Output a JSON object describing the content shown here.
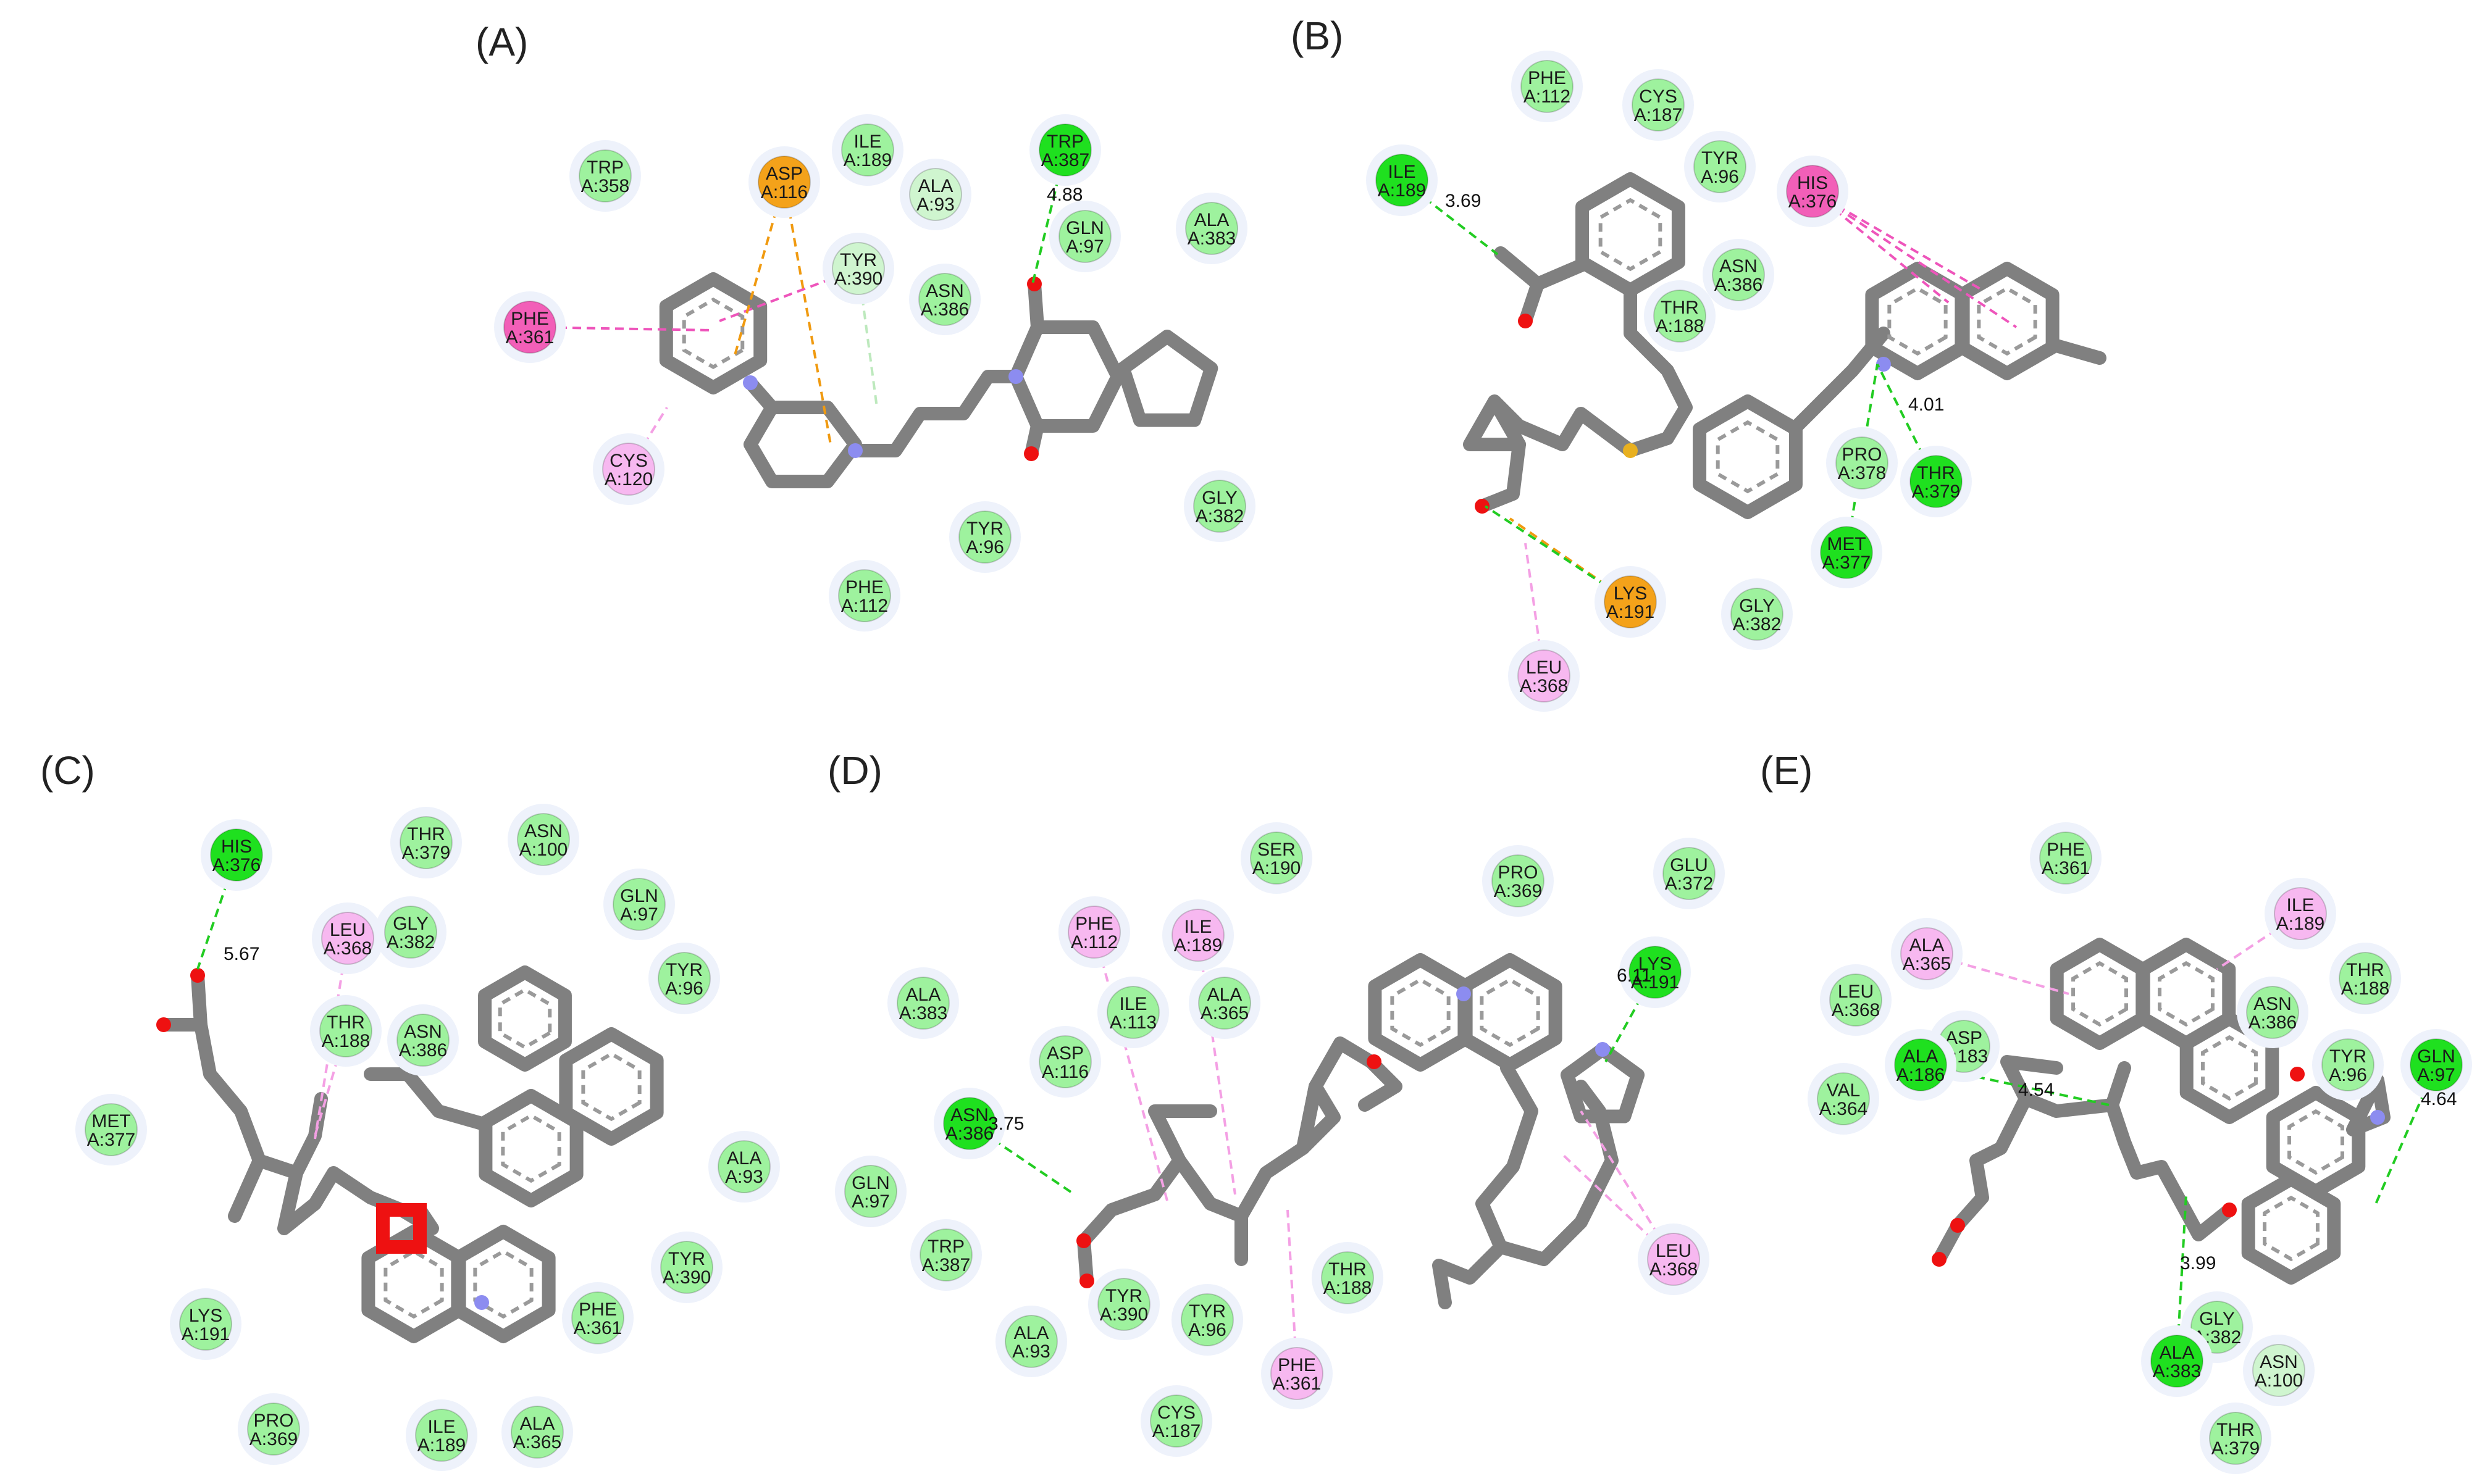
{
  "colors": {
    "vdw": "#9ef29e",
    "hbond": "#1fe01f",
    "pi_alkyl": "#f7b8f0",
    "pi_pi": "#f25fb8",
    "charge": "#f4a21a",
    "carbon_hbond": "#cff5cf",
    "oxygen": "#ee1111",
    "nitrogen": "#8c8cf0",
    "sulfur": "#e8b020"
  },
  "panels": [
    {
      "id": "A",
      "label": "(A)",
      "residues": [
        {
          "name": "TRP",
          "num": "A:358",
          "type": "vdw"
        },
        {
          "name": "ASP",
          "num": "A:116",
          "type": "charge"
        },
        {
          "name": "ILE",
          "num": "A:189",
          "type": "vdw"
        },
        {
          "name": "ALA",
          "num": "A:93",
          "type": "carbon_hbond"
        },
        {
          "name": "TRP",
          "num": "A:387",
          "type": "hbond"
        },
        {
          "name": "GLN",
          "num": "A:97",
          "type": "vdw"
        },
        {
          "name": "ALA",
          "num": "A:383",
          "type": "vdw"
        },
        {
          "name": "TYR",
          "num": "A:390",
          "type": "carbon_hbond"
        },
        {
          "name": "ASN",
          "num": "A:386",
          "type": "vdw"
        },
        {
          "name": "PHE",
          "num": "A:361",
          "type": "pi_pi"
        },
        {
          "name": "CYS",
          "num": "A:120",
          "type": "pi_alkyl"
        },
        {
          "name": "GLY",
          "num": "A:382",
          "type": "vdw"
        },
        {
          "name": "TYR",
          "num": "A:96",
          "type": "vdw"
        },
        {
          "name": "PHE",
          "num": "A:112",
          "type": "vdw"
        }
      ],
      "distances": [
        "4.88"
      ]
    },
    {
      "id": "B",
      "label": "(B)",
      "residues": [
        {
          "name": "PHE",
          "num": "A:112",
          "type": "vdw"
        },
        {
          "name": "CYS",
          "num": "A:187",
          "type": "vdw"
        },
        {
          "name": "ILE",
          "num": "A:189",
          "type": "hbond"
        },
        {
          "name": "TYR",
          "num": "A:96",
          "type": "vdw"
        },
        {
          "name": "HIS",
          "num": "A:376",
          "type": "pi_pi"
        },
        {
          "name": "ASN",
          "num": "A:386",
          "type": "vdw"
        },
        {
          "name": "THR",
          "num": "A:188",
          "type": "vdw"
        },
        {
          "name": "PRO",
          "num": "A:378",
          "type": "vdw"
        },
        {
          "name": "THR",
          "num": "A:379",
          "type": "hbond"
        },
        {
          "name": "MET",
          "num": "A:377",
          "type": "hbond"
        },
        {
          "name": "LYS",
          "num": "A:191",
          "type": "charge"
        },
        {
          "name": "GLY",
          "num": "A:382",
          "type": "vdw"
        },
        {
          "name": "LEU",
          "num": "A:368",
          "type": "pi_alkyl"
        }
      ],
      "distances": [
        "3.69",
        "4.01"
      ]
    },
    {
      "id": "C",
      "label": "(C)",
      "residues": [
        {
          "name": "HIS",
          "num": "A:376",
          "type": "hbond"
        },
        {
          "name": "THR",
          "num": "A:379",
          "type": "vdw"
        },
        {
          "name": "ASN",
          "num": "A:100",
          "type": "vdw"
        },
        {
          "name": "GLN",
          "num": "A:97",
          "type": "vdw"
        },
        {
          "name": "LEU",
          "num": "A:368",
          "type": "pi_alkyl"
        },
        {
          "name": "GLY",
          "num": "A:382",
          "type": "vdw"
        },
        {
          "name": "THR",
          "num": "A:188",
          "type": "vdw"
        },
        {
          "name": "ASN",
          "num": "A:386",
          "type": "vdw"
        },
        {
          "name": "TYR",
          "num": "A:96",
          "type": "vdw"
        },
        {
          "name": "MET",
          "num": "A:377",
          "type": "vdw"
        },
        {
          "name": "ALA",
          "num": "A:93",
          "type": "vdw"
        },
        {
          "name": "TYR",
          "num": "A:390",
          "type": "vdw"
        },
        {
          "name": "PHE",
          "num": "A:361",
          "type": "vdw"
        },
        {
          "name": "LYS",
          "num": "A:191",
          "type": "vdw"
        },
        {
          "name": "PRO",
          "num": "A:369",
          "type": "vdw"
        },
        {
          "name": "ILE",
          "num": "A:189",
          "type": "vdw"
        },
        {
          "name": "ALA",
          "num": "A:365",
          "type": "vdw"
        }
      ],
      "distances": [
        "5.67"
      ]
    },
    {
      "id": "D",
      "label": "(D)",
      "residues": [
        {
          "name": "SER",
          "num": "A:190",
          "type": "vdw"
        },
        {
          "name": "PRO",
          "num": "A:369",
          "type": "vdw"
        },
        {
          "name": "GLU",
          "num": "A:372",
          "type": "vdw"
        },
        {
          "name": "PHE",
          "num": "A:112",
          "type": "pi_alkyl"
        },
        {
          "name": "ILE",
          "num": "A:189",
          "type": "pi_alkyl"
        },
        {
          "name": "LYS",
          "num": "A:191",
          "type": "hbond"
        },
        {
          "name": "ALA",
          "num": "A:383",
          "type": "vdw"
        },
        {
          "name": "ILE",
          "num": "A:113",
          "type": "vdw"
        },
        {
          "name": "ALA",
          "num": "A:365",
          "type": "vdw"
        },
        {
          "name": "ASP",
          "num": "A:116",
          "type": "vdw"
        },
        {
          "name": "ASN",
          "num": "A:386",
          "type": "hbond"
        },
        {
          "name": "GLN",
          "num": "A:97",
          "type": "vdw"
        },
        {
          "name": "THR",
          "num": "A:188",
          "type": "vdw"
        },
        {
          "name": "LEU",
          "num": "A:368",
          "type": "pi_alkyl"
        },
        {
          "name": "TRP",
          "num": "A:387",
          "type": "vdw"
        },
        {
          "name": "TYR",
          "num": "A:390",
          "type": "vdw"
        },
        {
          "name": "TYR",
          "num": "A:96",
          "type": "vdw"
        },
        {
          "name": "ALA",
          "num": "A:93",
          "type": "vdw"
        },
        {
          "name": "PHE",
          "num": "A:361",
          "type": "pi_alkyl"
        },
        {
          "name": "CYS",
          "num": "A:187",
          "type": "vdw"
        }
      ],
      "distances": [
        "3.75",
        "6.11"
      ]
    },
    {
      "id": "E",
      "label": "(E)",
      "residues": [
        {
          "name": "PHE",
          "num": "A:361",
          "type": "vdw"
        },
        {
          "name": "ILE",
          "num": "A:189",
          "type": "pi_alkyl"
        },
        {
          "name": "ALA",
          "num": "A:365",
          "type": "pi_alkyl"
        },
        {
          "name": "THR",
          "num": "A:188",
          "type": "vdw"
        },
        {
          "name": "LEU",
          "num": "A:368",
          "type": "vdw"
        },
        {
          "name": "ASP",
          "num": "A:183",
          "type": "vdw"
        },
        {
          "name": "ASN",
          "num": "A:386",
          "type": "vdw"
        },
        {
          "name": "ALA",
          "num": "A:186",
          "type": "hbond"
        },
        {
          "name": "TYR",
          "num": "A:96",
          "type": "vdw"
        },
        {
          "name": "GLN",
          "num": "A:97",
          "type": "hbond"
        },
        {
          "name": "VAL",
          "num": "A:364",
          "type": "vdw"
        },
        {
          "name": "GLY",
          "num": "A:382",
          "type": "vdw"
        },
        {
          "name": "ASN",
          "num": "A:100",
          "type": "carbon_hbond"
        },
        {
          "name": "ALA",
          "num": "A:383",
          "type": "hbond"
        },
        {
          "name": "THR",
          "num": "A:379",
          "type": "vdw"
        }
      ],
      "distances": [
        "4.54",
        "4.64",
        "3.99"
      ]
    }
  ]
}
